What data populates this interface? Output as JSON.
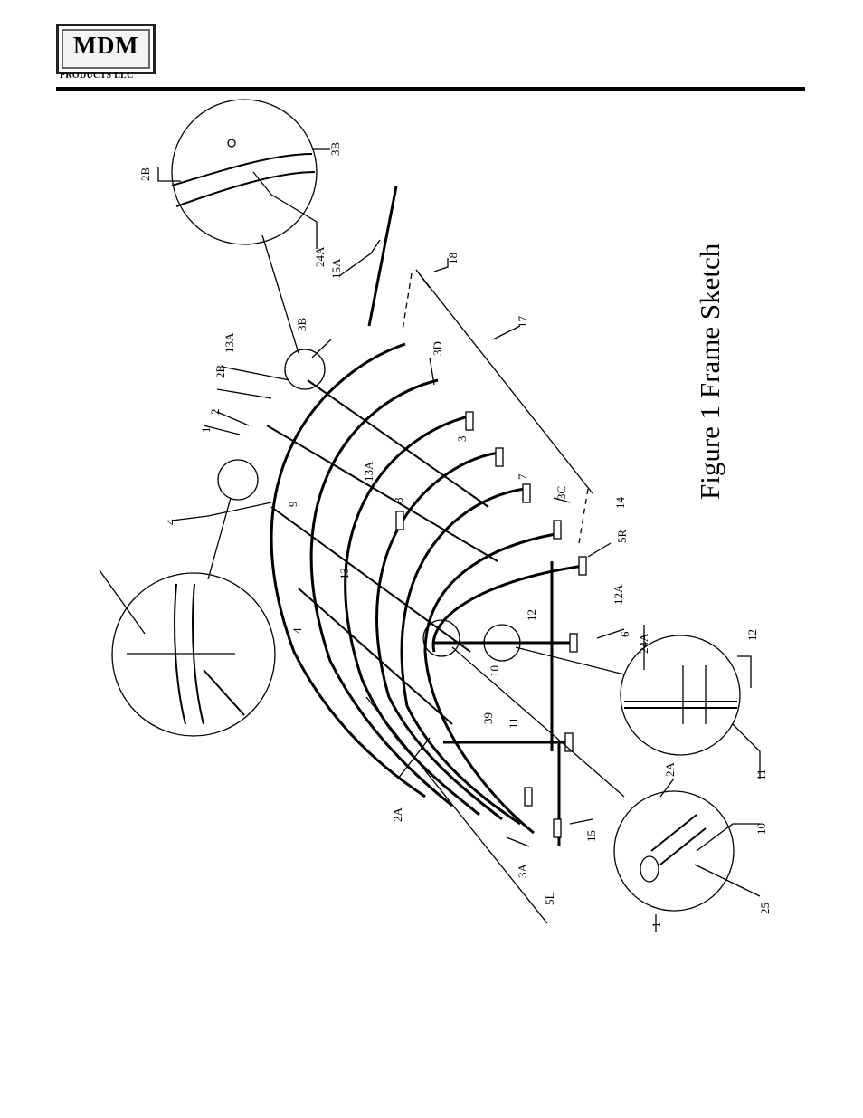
{
  "logo": {
    "mark": "MDM",
    "subtitle": "PRODUCTS LLC"
  },
  "figure_title": "Figure 1 Frame Sketch",
  "part_labels": {
    "p2B_top": "2B",
    "p3B_top": "3B",
    "p24A_top": "24A",
    "p15A": "15A",
    "p18": "18",
    "p3B": "3B",
    "p13A_a": "13A",
    "p2B": "2B",
    "p2": "2",
    "p1": "1",
    "p3D": "3D",
    "p17": "17",
    "p3p": "3'",
    "p13A_b": "13A",
    "p9": "9",
    "p8": "8",
    "p4": "4",
    "p3C": "3C",
    "p7": "7",
    "p14": "14",
    "p13": "13",
    "p5R": "5R",
    "p12": "12",
    "p12A": "12A",
    "p6": "6",
    "p10": "10",
    "p4_detail": "4",
    "p24A": "24A",
    "p12_detail": "12",
    "p39": "39",
    "p11": "11",
    "p11_detail": "11",
    "p2A": "2A",
    "p2A_detail": "2A",
    "p15": "15",
    "p3A": "3A",
    "p10_detail": "10",
    "p5L": "5L",
    "p1_detail": "1",
    "p25": "25"
  }
}
